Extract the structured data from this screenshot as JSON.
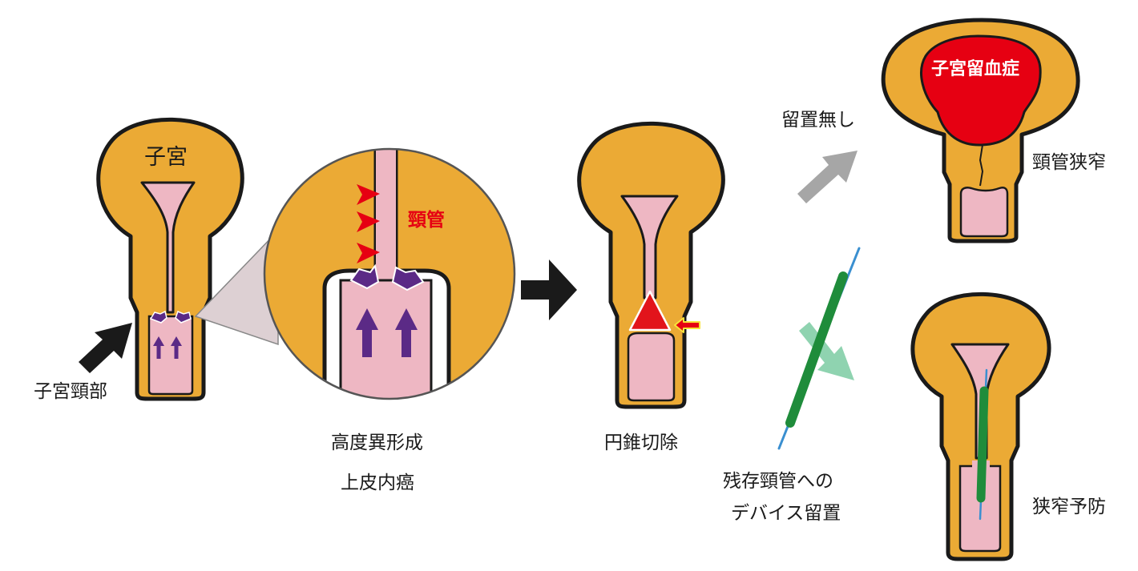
{
  "labels": {
    "uterus": "子宮",
    "cervix": "子宮頸部",
    "cervical_canal": "頸管",
    "hsil_line1": "高度異形成",
    "hsil_line2": "上皮内癌",
    "conization": "円錐切除",
    "no_device": "留置無し",
    "hematometra": "子宮留血症",
    "stenosis": "頸管狭窄",
    "device_line1": "残存頸管への",
    "device_line2": "デバイス留置",
    "prevention": "狭窄予防"
  },
  "colors": {
    "uterus_wall": "#ebaa35",
    "outline": "#1a1a1a",
    "lumen": "#eeb7c3",
    "lesion": "#5b2a86",
    "arrowhead_red": "#e60012",
    "cone_red": "#e2141b",
    "hematometra_red": "#e60012",
    "arrow_gray": "#a6a6a6",
    "arrow_green_light": "#8fd3b0",
    "device_green": "#1f8c3b",
    "device_wire": "#3a8fd0",
    "zoom_wedge": "#ddd0d3"
  },
  "icons": [
    "black-arrow-icon",
    "gray-arrow-icon",
    "green-arrow-icon",
    "up-arrow-icon",
    "red-arrowhead-icon",
    "small-red-arrow-icon"
  ]
}
